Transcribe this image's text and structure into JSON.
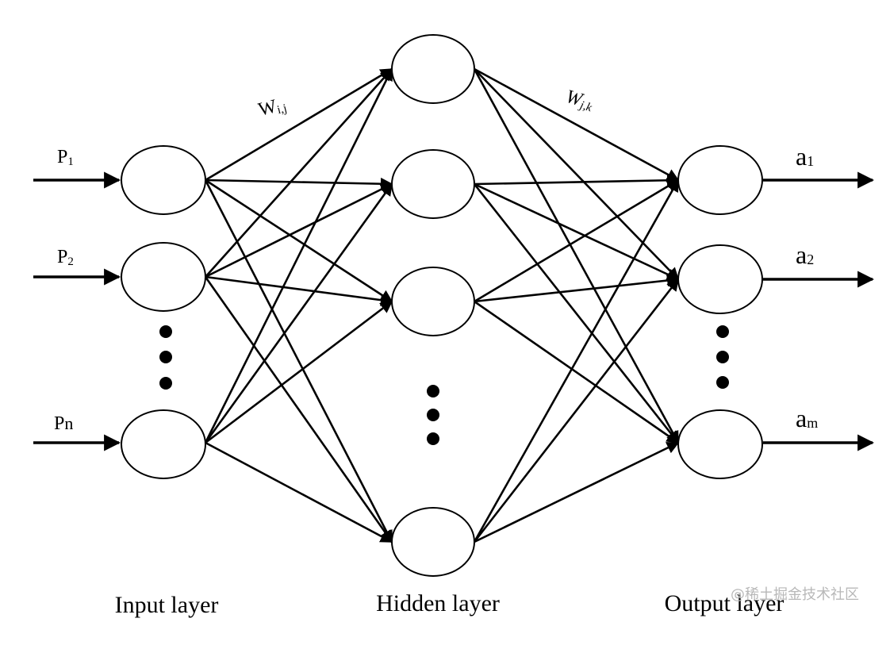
{
  "colors": {
    "stroke": "#000000",
    "background": "#ffffff",
    "watermark": "#b8b8b8"
  },
  "inputs": [
    {
      "base": "P",
      "sub": "1"
    },
    {
      "base": "P",
      "sub": "2"
    },
    {
      "base": "P",
      "sub": "n"
    }
  ],
  "outputs": [
    {
      "base": "a",
      "sub": "1"
    },
    {
      "base": "a",
      "sub": "2"
    },
    {
      "base": "a",
      "sub": "m"
    }
  ],
  "weights": {
    "input_hidden": {
      "base": "W",
      "sub": "i,j"
    },
    "hidden_output": {
      "base": "W",
      "sub": "j,k"
    }
  },
  "layers": {
    "input": "Input layer",
    "hidden": "Hidden layer",
    "output": "Output layer"
  },
  "watermark": "@稀土掘金技术社区"
}
